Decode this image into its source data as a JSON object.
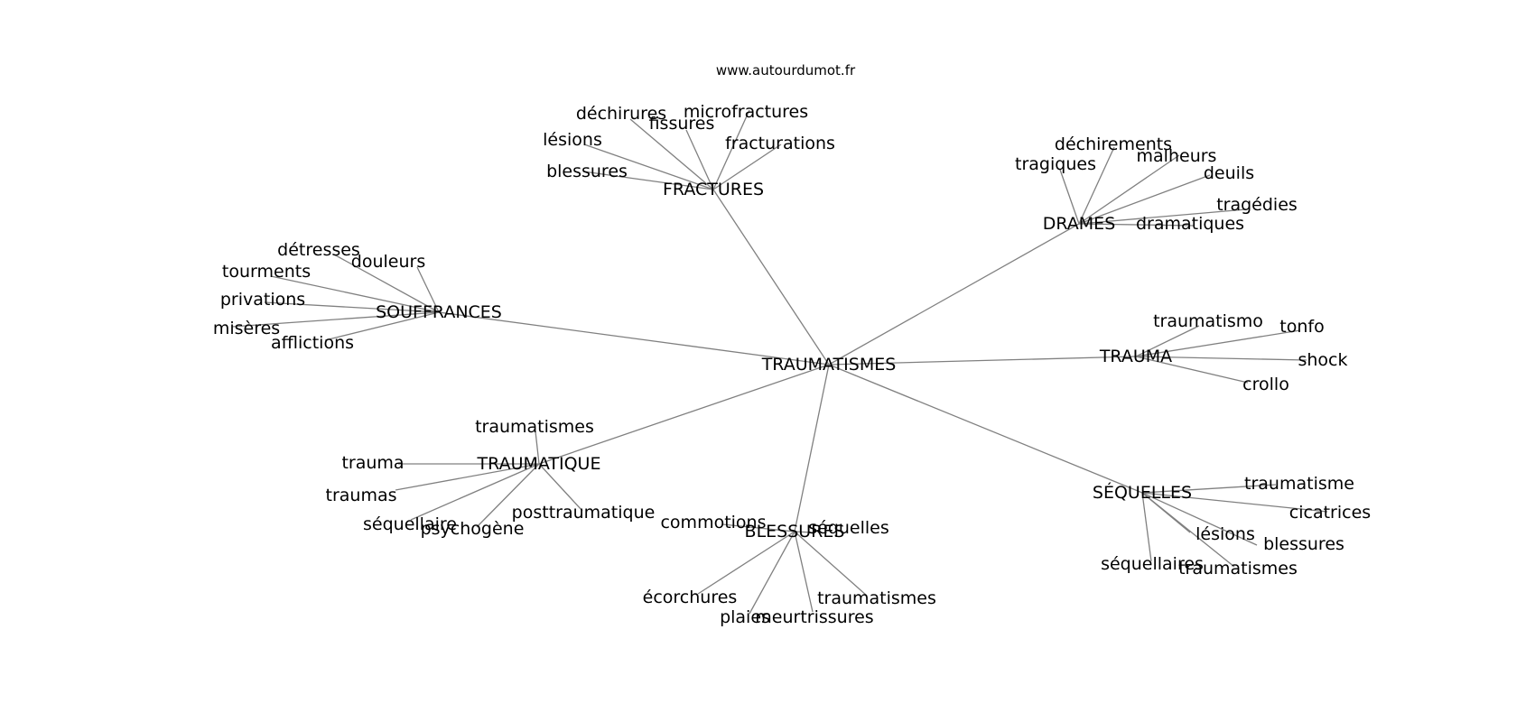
{
  "site_label": "www.autourdumot.fr",
  "colors": {
    "edge": "#808080",
    "text": "#000000",
    "background": "#ffffff"
  },
  "graph": {
    "center": "TRAUMATISMES",
    "hubs": [
      {
        "label": "FRACTURES",
        "leaves": [
          "déchirures",
          "fissures",
          "microfractures",
          "lésions",
          "fracturations",
          "blessures"
        ]
      },
      {
        "label": "DRAMES",
        "leaves": [
          "déchirements",
          "malheurs",
          "tragiques",
          "deuils",
          "tragédies",
          "dramatiques"
        ]
      },
      {
        "label": "SOUFFRANCES",
        "leaves": [
          "détresses",
          "douleurs",
          "tourments",
          "privations",
          "misères",
          "afflictions"
        ]
      },
      {
        "label": "TRAUMA",
        "leaves": [
          "traumatismo",
          "tonfo",
          "shock",
          "crollo"
        ]
      },
      {
        "label": "TRAUMATIQUE",
        "leaves": [
          "traumatismes",
          "trauma",
          "traumas",
          "séquellaire",
          "psychogène",
          "posttraumatique"
        ]
      },
      {
        "label": "BLESSURES",
        "leaves": [
          "commotions",
          "séquelles",
          "écorchures",
          "plaies",
          "meurtrissures",
          "traumatismes"
        ]
      },
      {
        "label": "SÉQUELLES",
        "leaves": [
          "traumatisme",
          "cicatrices",
          "lésions",
          "blessures",
          "séquellaires",
          "traumatismes"
        ]
      }
    ]
  }
}
